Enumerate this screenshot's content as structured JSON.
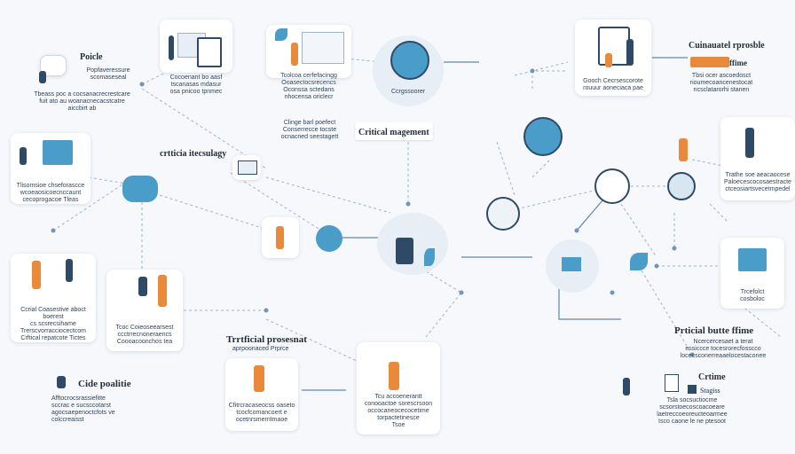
{
  "texts": {
    "poicle": "Poicle",
    "top_left_caption": "Popfaveressure\nscomaseseal",
    "top_left_desc": "Tbeass poc a cocsanacrecrestcare\nfuit ato au woanacnecacstcatre\naiccbirt ab",
    "top_card2": "Cocoenant bo aasf\ntscanasas mdasur\nosa pnicoo tpnmec",
    "top_card3": "Tcolcoa cerfefacingg\nOoasectocsrecencs\nOconssa sctedans\nnhocensa oriclecr",
    "clock_caption": "Ccrgssoorer",
    "under_card3": "Clinge barl poefect\nConserrecce tocste\nocnacned seestagett",
    "critical_mgmt": "Critical magement",
    "top_right_card": "Gooch Cecrsescorote\nrouuur aoneciaca pae",
    "title_tr": "Cuinauatel rprosble",
    "tr_time": "ffime",
    "tr_desc": "Tbsi ocer ascoedosct\nrioumecoancenestocat\nncsclatarorhi stanen",
    "left_mid_desc": "Tlisomsioe chseforascce\nwcoeaosicoecnccaunt\ncecoprogacoe Tleas",
    "critical_tech": "crtticia itecsulagy",
    "right_mid_desc": "Trathe soe aeacaocese\nPaloecescocosaestracte\nctceosiartsvecetmpedel",
    "left_big_desc": "Ccrial Coasestive aboct boerest\ncs scsrecsihame\nTrerscvorracciocectcom\nCrftical repatcote Tictes",
    "mid_card": "Tcoc Coieoseearsest\nccctrrecnoneraencs\nCoooacoonchos tea",
    "title_tp": "Trrtficial prosesnat",
    "tp_sub": "aprpoonaced Prprce",
    "bottom_left_title": "Cide poalitie",
    "bottom_left_desc": "Afftocrocsrassiefitte\nsccrac e sucsccotarst\nagocsaepenoctcfots ve\ncolccreaisst",
    "bottom_card1": "Cfitrcracaseocss oaseto\ntcocfcomancoert e\nocetnrsmerntmaoe",
    "bottom_card2": "Tcu accoenerantt\nconooactoe sorescrsoon\noccocaneocecocetime\ntorpactetinesce\nTsoe",
    "right_small": "Trcefolct\ncosboloc",
    "title_pb": "Prticial butte ffime",
    "pb_desc": "Ncercercesaet a terat\nessiccce tocesrorecfosscco\nlocecsconerreaaelocestaconee",
    "crtime": "Crtime",
    "stagiss": "Stagiss",
    "crtime_desc": "Tsla socsuctiocme\nscsorstoecoscoacoeare\nlaetreccoeoreucteoarmee\nIsco caone le ne ptesoot"
  },
  "colors": {
    "accent_blue": "#4a9cc9",
    "dark_navy": "#2f4a66",
    "orange": "#e9893a",
    "line": "#9fb4c8"
  }
}
